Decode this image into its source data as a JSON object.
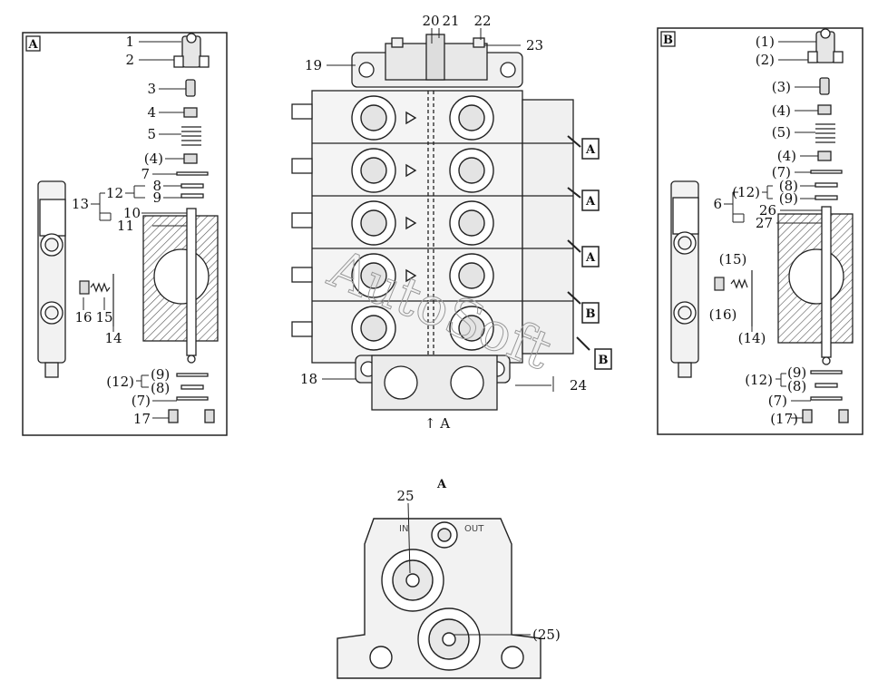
{
  "panel_a": {
    "tag": "A",
    "labels": {
      "l1": "1",
      "l2": "2",
      "l3": "3",
      "l4": "4",
      "l5": "5",
      "l4b": "(4)",
      "l7": "7",
      "l8": "8",
      "l12": "12",
      "l9": "9",
      "l13": "13",
      "l10": "10",
      "l11": "11",
      "l16": "16",
      "l15": "15",
      "l14": "14",
      "l12b": "(12)",
      "l9b": "(9)",
      "l8b": "(8)",
      "l7b": "(7)",
      "l17": "17"
    }
  },
  "panel_b": {
    "tag": "B",
    "labels": {
      "l1": "(1)",
      "l2": "(2)",
      "l3": "(3)",
      "l4": "(4)",
      "l5": "(5)",
      "l4b": "(4)",
      "l7": "(7)",
      "l6": "6",
      "l12": "(12)",
      "l8": "(8)",
      "l9": "(9)",
      "l26": "26",
      "l27": "27",
      "l15": "(15)",
      "l16": "(16)",
      "l14": "(14)",
      "l12b": "(12)",
      "l9b": "(9)",
      "l8b": "(8)",
      "l7b": "(7)",
      "l17": "(17)"
    }
  },
  "main_view": {
    "labels": {
      "l20": "20",
      "l21": "21",
      "l22": "22",
      "l23": "23",
      "l19": "19",
      "l18": "18",
      "l24": "24",
      "arrow": "↑ A"
    },
    "section_tags": [
      "A",
      "A",
      "A",
      "B",
      "B"
    ],
    "watermark": "AutoSoft"
  },
  "bottom_view": {
    "title": "A",
    "l25": "25",
    "l25b": "(25)",
    "port_in": "IN",
    "port_out": "OUT"
  }
}
